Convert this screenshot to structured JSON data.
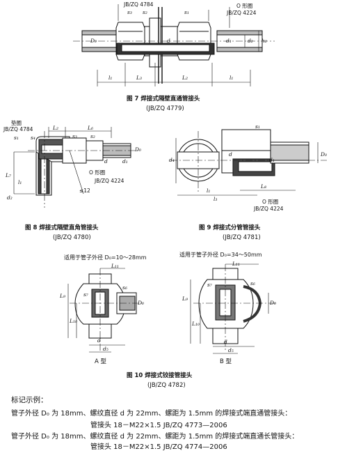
{
  "fig7": {
    "std_top": "JB/ZQ 4784",
    "std_right": "JB/ZQ 4224",
    "o_ring": "O 形圈",
    "caption": "图 7   焊接式隔壁直通管接头",
    "std": "(JB/ZQ 4779)",
    "labels": {
      "s1": "s₁",
      "s2": "s₂",
      "s3": "s₃",
      "l1a": "l₁",
      "l3": "L₃",
      "l2": "L₂",
      "l1b": "l₁",
      "d0": "D₀",
      "d": "d",
      "d1": "d₁",
      "d2": "d₂",
      "h2": "h₂"
    }
  },
  "fig8": {
    "gasket": "垫圈",
    "std_top": "JB/ZQ 4784",
    "o_ring": "O 形圈",
    "std_o": "JB/ZQ  4224",
    "le12": "≤12",
    "caption": "图 8   焊接式隔壁直角管接头",
    "std": "(JB/ZQ 4780)",
    "labels": {
      "s1": "s₁",
      "s4": "s₄",
      "l2": "L₂",
      "l6": "L₆",
      "l7": "L₇",
      "l1": "l₁",
      "s3": "s₃",
      "s2": "s₂",
      "d0": "D₀",
      "d": "d",
      "d1": "d₁",
      "d2": "d₂"
    }
  },
  "fig9": {
    "o_ring": "O 形圈",
    "std_o": "JB/ZQ 4224",
    "caption": "图 9   焊接式分管管接头",
    "std": "(JB/ZQ 4781)",
    "labels": {
      "s1": "s₁",
      "d4": "d₄",
      "d": "d",
      "d1": "d₁",
      "d0": "D₀",
      "l1": "l₁",
      "l8": "L₈",
      "l3": "l₃"
    }
  },
  "fig10": {
    "note_a": "适用于管子外径 D₀=10～28mm",
    "note_b": "适用于管子外径 D₀=34～50mm",
    "type_a": "A 型",
    "type_b": "B 型",
    "caption": "图 10   焊接式铰接管接头",
    "std": "(JB/ZQ 4782)",
    "labels": {
      "l11": "L₁₁",
      "l9": "L₉",
      "l10": "L₁₀",
      "s7": "s₇",
      "s6": "s₆",
      "d0": "D₀",
      "d": "d",
      "d5": "d₅",
      "l11b": "L₁₁",
      "l9b": "L₉",
      "l10b": "L₁₀",
      "s7b": "s₇",
      "s6b": "s₆",
      "d0b": "D₀",
      "db": "d",
      "d5b": "d₅"
    }
  },
  "notes": {
    "heading": "标记示例：",
    "line1": "管子外径 D₀ 为 18mm、螺纹直径 d 为 22mm、螺距为 1.5mm 的焊接式端直通管接头：",
    "mark1": "管接头   18－M22×1.5   JB/ZQ 4773—2006",
    "line2": "管子外径 D₀ 为 18mm、螺纹直径 d 为 22mm、螺距为 1.5mm 的焊接式端直通长管接头：",
    "mark2": "管接头   18－M22×1.5   JB/ZQ 4774—2006"
  }
}
